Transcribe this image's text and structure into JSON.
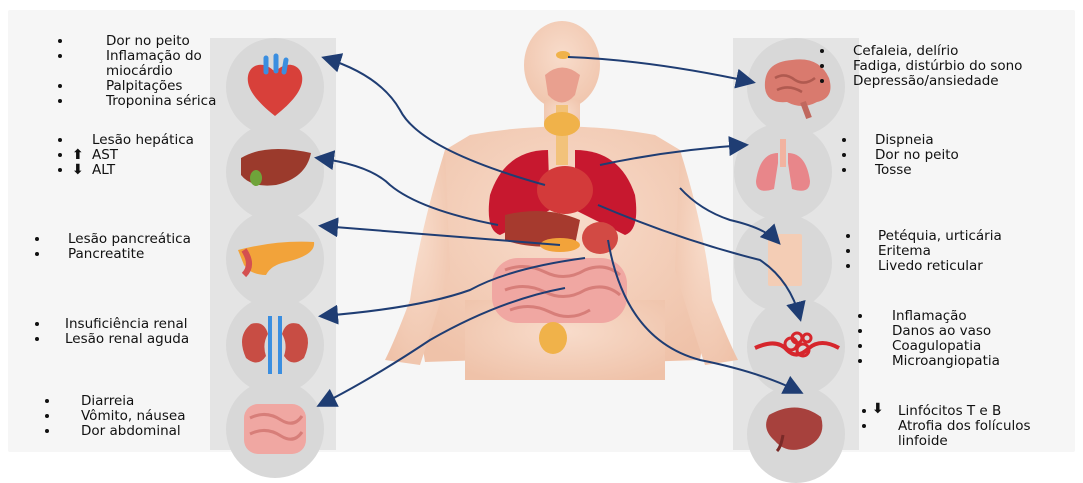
{
  "organs": {
    "heart": {
      "items": [
        "Dor no peito",
        "Inflamação do",
        "miocárdio",
        "Palpitações",
        "Troponina sérica"
      ]
    },
    "liver": {
      "items": [
        "Lesão hepática",
        "AST",
        "ALT"
      ]
    },
    "pancreas": {
      "items": [
        "Lesão pancreática",
        "Pancreatite"
      ]
    },
    "kidney": {
      "items": [
        "Insuficiência renal",
        "Lesão renal aguda"
      ]
    },
    "intestine": {
      "items": [
        "Diarreia",
        "Vômito, náusea",
        "Dor abdominal"
      ]
    },
    "brain": {
      "items": [
        "Cefaleia, delírio",
        "Fadiga, distúrbio do sono",
        "Depressão/ansiedade"
      ]
    },
    "lungs": {
      "items": [
        "Dispneia",
        "Dor no peito",
        "Tosse"
      ]
    },
    "skin": {
      "items": [
        "Petéquia, urticária",
        "Eritema",
        "Livedo reticular"
      ]
    },
    "vessels": {
      "items": [
        "Inflamação",
        "Danos ao vaso",
        "Coagulopatia",
        "Microangiopatia"
      ]
    },
    "spleen": {
      "items": [
        "Linfócitos T e B",
        "Atrofia dos folículos",
        "linfoide"
      ]
    }
  },
  "colors": {
    "arrow": "#1f3d73",
    "circle": "#d8d8d8",
    "body": "#f3cdb8",
    "heart": "#d8403a",
    "liver": "#9b3a2c",
    "pancreas": "#f2a33a",
    "kidney": "#c84d44",
    "intestine": "#f0a7a2",
    "brain": "#d97a6e",
    "lungs": "#e8868a",
    "spleen": "#a7413d",
    "vessel": "#d6262c"
  }
}
